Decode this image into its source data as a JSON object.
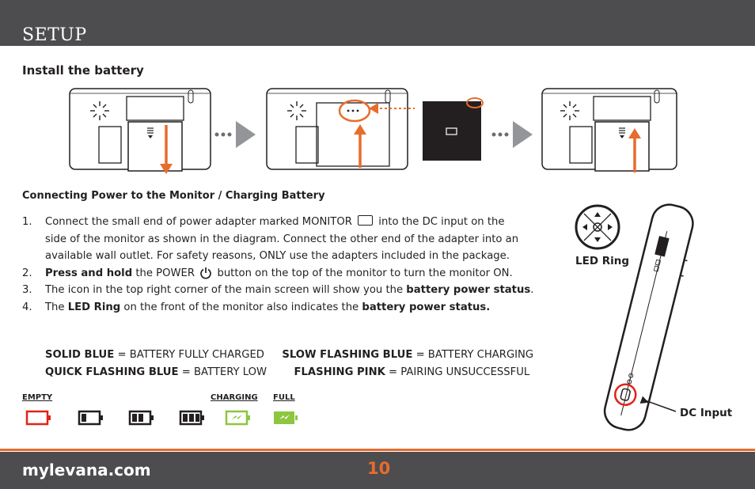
{
  "header": {
    "title": "SETUP"
  },
  "section": {
    "title": "Install the battery"
  },
  "power_section": {
    "title": "Connecting Power to the Monitor / Charging Battery",
    "steps": [
      {
        "num": "1.",
        "text_a": "Connect the small end of power adapter marked MONITOR",
        "text_b": "into the DC input on the side of the monitor as shown in the diagram. Connect the other end of the adapter into an available wall outlet. For safety reasons,  ONLY use the adapters included in the package."
      },
      {
        "num": "2.",
        "bold": "Press and hold",
        "text_a": " the POWER",
        "text_b": "button on the top of the monitor to turn the monitor ON."
      },
      {
        "num": "3.",
        "text_a": "The icon in the top right corner of the main screen will show you the ",
        "bold": "battery power status",
        "text_b": "."
      },
      {
        "num": "4.",
        "text_a": "The ",
        "bold_a": "LED Ring",
        "text_b": " on the front of the monitor also indicates the ",
        "bold_b": "battery power status."
      }
    ]
  },
  "legend": {
    "solid_blue": {
      "key": "SOLID BLUE",
      "value": " = BATTERY FULLY CHARGED"
    },
    "slow_flashing": {
      "key": "SLOW FLASHING BLUE",
      "value": " = BATTERY CHARGING"
    },
    "quick_flashing": {
      "key": "QUICK FLASHING BLUE",
      "value": " = BATTERY LOW"
    },
    "flashing_pink": {
      "key": "FLASHING PINK",
      "value": " = PAIRING UNSUCCESSFUL"
    }
  },
  "battery_labels": {
    "empty": "EMPTY",
    "charging": "CHARGING",
    "full": "FULL"
  },
  "battery_levels": [
    {
      "level": 0,
      "color": "#e2231a"
    },
    {
      "level": 1,
      "color": "#231f20"
    },
    {
      "level": 2,
      "color": "#231f20"
    },
    {
      "level": 3,
      "color": "#231f20"
    },
    {
      "level": "charging",
      "color": "#8dc63f"
    },
    {
      "level": "full",
      "color": "#8dc63f"
    }
  ],
  "diagram_labels": {
    "led_ring": "LED Ring",
    "dc_input": "DC Input"
  },
  "footer": {
    "site": "mylevana.com",
    "page": "10"
  },
  "colors": {
    "accent": "#e86c2c",
    "header_bg": "#4d4d4f",
    "charge_green": "#8dc63f",
    "empty_red": "#e2231a"
  }
}
